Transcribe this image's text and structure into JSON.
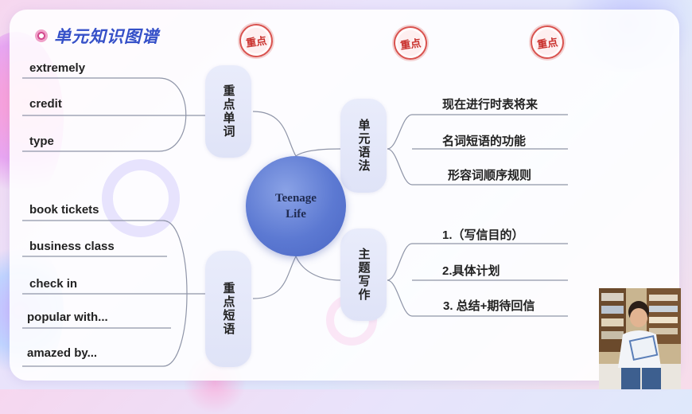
{
  "title": "单元知识图谱",
  "stamp_label": "重点",
  "center_topic": [
    "Teenage",
    "Life"
  ],
  "branches": {
    "key_words": {
      "label": "重点单词",
      "items": [
        "extremely",
        "credit",
        "type"
      ]
    },
    "key_phrases": {
      "label": "重点短语",
      "items": [
        "book tickets",
        "business class",
        "check in",
        "popular with...",
        "amazed by..."
      ]
    },
    "grammar": {
      "label": "单元语法",
      "items": [
        "现在进行时表将来",
        "名词短语的功能",
        "形容词顺序规则"
      ]
    },
    "writing": {
      "label": "主题写作",
      "items": [
        "1.（写信目的）",
        "2.具体计划",
        "3. 总结+期待回信"
      ]
    }
  },
  "colors": {
    "title": "#3550c8",
    "stamp": "#d9534f",
    "center": "#5c79d2",
    "line": "#8f95a8"
  }
}
